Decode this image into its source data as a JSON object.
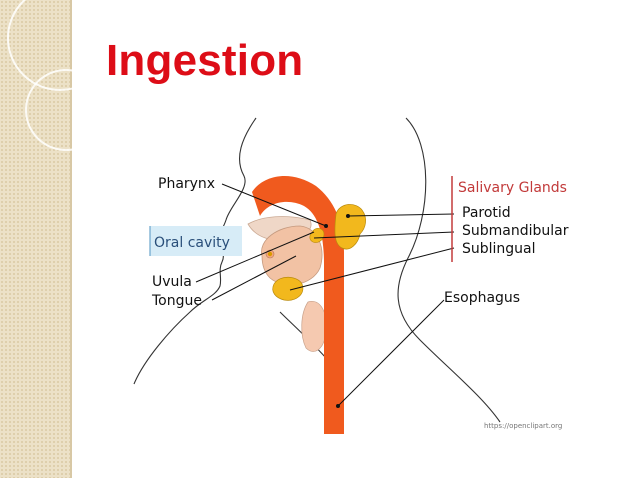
{
  "slide": {
    "title": "Ingestion"
  },
  "diagram": {
    "labels": {
      "pharynx": "Pharynx",
      "oral_cavity": "Oral cavity",
      "uvula": "Uvula",
      "tongue": "Tongue",
      "salivary_glands": "Salivary Glands",
      "parotid": "Parotid",
      "submandibular": "Submandibular",
      "sublingual": "Sublingual",
      "esophagus": "Esophagus"
    },
    "credit": "https://openclipart.org",
    "colors": {
      "title": "#dd0d17",
      "esophagus": "#f05a1e",
      "glands": "#f2b81d",
      "oral_cavity_box": "#d7ecf7",
      "tongue": "#f2c2a4",
      "salivary_heading": "#c23a3a"
    }
  }
}
